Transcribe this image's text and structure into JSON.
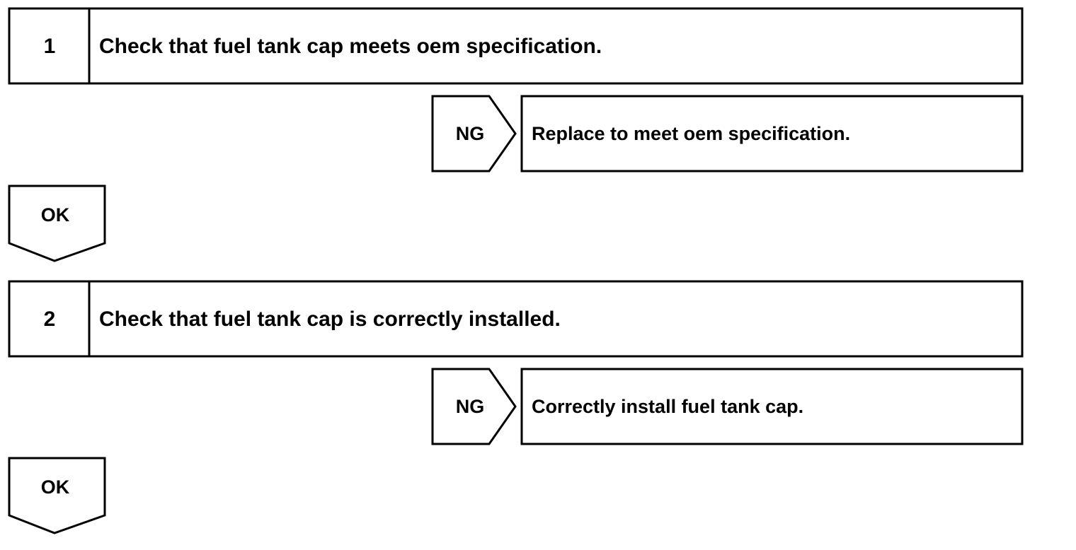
{
  "steps": [
    {
      "number": "1",
      "text": "Check that fuel tank cap meets oem specification.",
      "ng_label": "NG",
      "ng_action": "Replace to meet oem specification.",
      "ok_label": "OK"
    },
    {
      "number": "2",
      "text": "Check that fuel tank cap is correctly installed.",
      "ng_label": "NG",
      "ng_action": "Correctly install fuel tank cap.",
      "ok_label": "OK"
    }
  ],
  "colors": {
    "line": "#000000",
    "background": "#ffffff"
  }
}
